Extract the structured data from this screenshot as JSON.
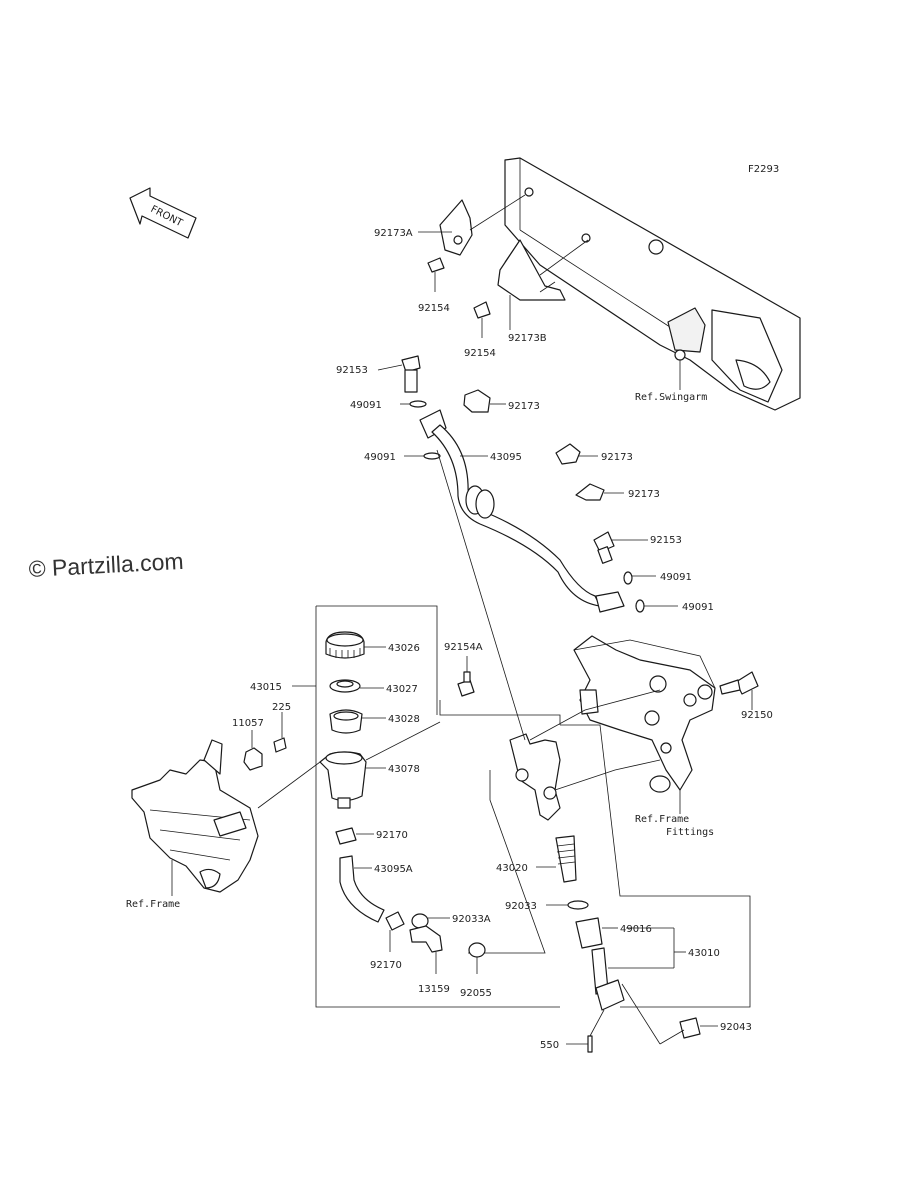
{
  "diagram_code": "F2293",
  "watermark": "© Partzilla.com",
  "front_arrow_label": "FRONT",
  "refs": {
    "swingarm": "Ref.Swingarm",
    "frame_fittings_1": "Ref.Frame",
    "frame_fittings_2": "Fittings",
    "frame": "Ref.Frame"
  },
  "callouts": {
    "p92173A": "92173A",
    "p92154_a": "92154",
    "p92154_b": "92154",
    "p92173B": "92173B",
    "p92153_a": "92153",
    "p49091_a": "49091",
    "p92173_a": "92173",
    "p49091_b": "49091",
    "p43095": "43095",
    "p92173_b": "92173",
    "p92173_c": "92173",
    "p92153_b": "92153",
    "p49091_c": "49091",
    "p49091_d": "49091",
    "p43026": "43026",
    "p92154A": "92154A",
    "p43015": "43015",
    "p43027": "43027",
    "p225": "225",
    "p11057": "11057",
    "p43028": "43028",
    "p92150": "92150",
    "p43078": "43078",
    "p92170_a": "92170",
    "p43095A": "43095A",
    "p43020": "43020",
    "p92033": "92033",
    "p92033A": "92033A",
    "p49016": "49016",
    "p43010": "43010",
    "p92170_b": "92170",
    "p13159": "13159",
    "p92055": "92055",
    "p92043": "92043",
    "p550": "550"
  }
}
